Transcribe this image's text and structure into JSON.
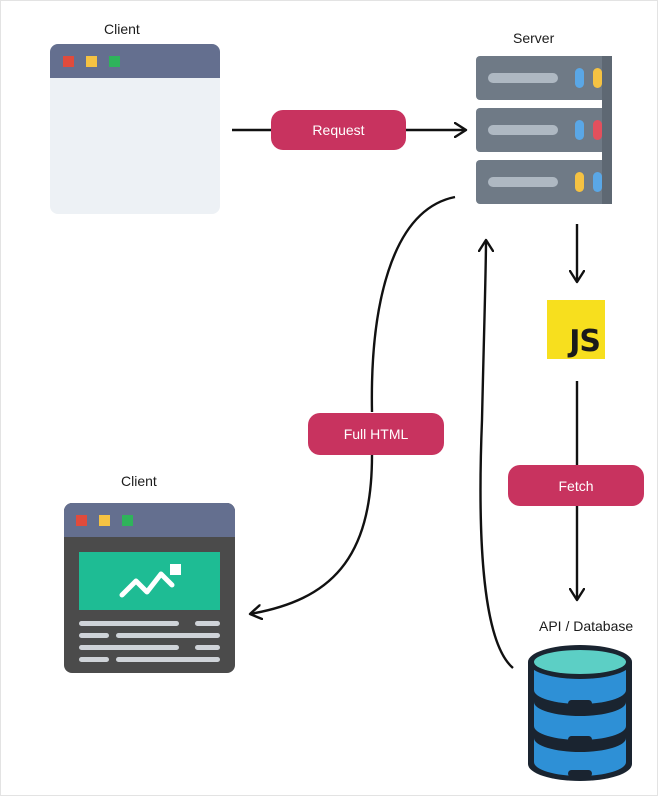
{
  "diagram": {
    "nodes": {
      "client_top": {
        "label": "Client"
      },
      "server": {
        "label": "Server"
      },
      "js": {
        "label": "JS",
        "bg_color": "#f7df1e",
        "text_color": "#1a1a1a"
      },
      "client_bottom": {
        "label": "Client"
      },
      "api_db": {
        "label": "API / Database"
      }
    },
    "edges": {
      "request": {
        "label": "Request"
      },
      "full_html": {
        "label": "Full HTML"
      },
      "fetch": {
        "label": "Fetch"
      }
    },
    "colors": {
      "pill": "#c8335f",
      "window_bar": "#646f8f",
      "window_body": "#edf1f5",
      "rendered_window_body": "#4b4b4b",
      "image_block": "#1ebc94",
      "server_unit": "#6f7a86",
      "db_blue": "#2e90d6",
      "db_cap": "#5ccfc5",
      "dot_red": "#e04b3c",
      "dot_yellow": "#f5c242",
      "dot_green": "#2fb35b"
    }
  }
}
